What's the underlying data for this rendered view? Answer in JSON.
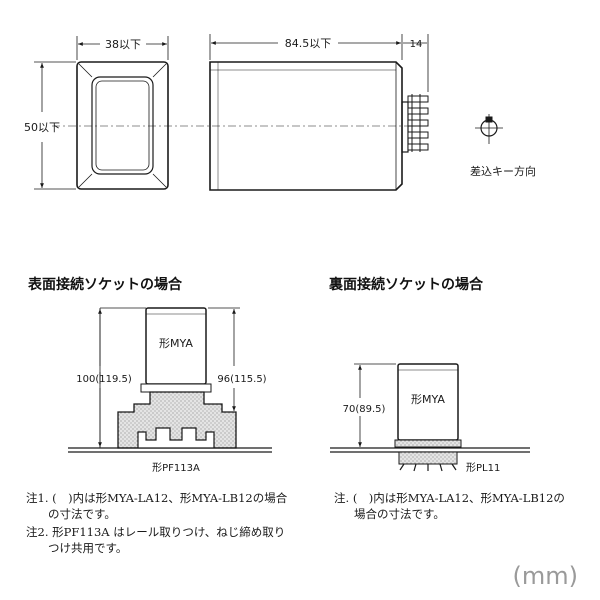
{
  "top_view": {
    "width_label": "38以下",
    "height_label": "50以下",
    "length_label": "84.5以下",
    "pin_label": "14",
    "key_label": "差込キー方向"
  },
  "surface": {
    "heading": "表面接続ソケットの場合",
    "relay_label": "形MYA",
    "dim_left": "100(119.5)",
    "dim_right": "96(115.5)",
    "socket_label": "形PF113A"
  },
  "back": {
    "heading": "裏面接続ソケットの場合",
    "relay_label": "形MYA",
    "dim_left": "70(89.5)",
    "socket_label": "形PL11"
  },
  "notes_left": [
    {
      "mark": "注1.",
      "line1": "(　)内は形MYA-LA12、形MYA-LB12の場合",
      "line2": "の寸法です。"
    },
    {
      "mark": "注2.",
      "line1": "形PF113A はレール取りつけ、ねじ締め取り",
      "line2": "つけ共用です。"
    }
  ],
  "notes_right": {
    "mark": "注.",
    "line1": "(　)内は形MYA-LA12、形MYA-LB12の",
    "line2": "場合の寸法です。"
  },
  "unit": "(mm)"
}
